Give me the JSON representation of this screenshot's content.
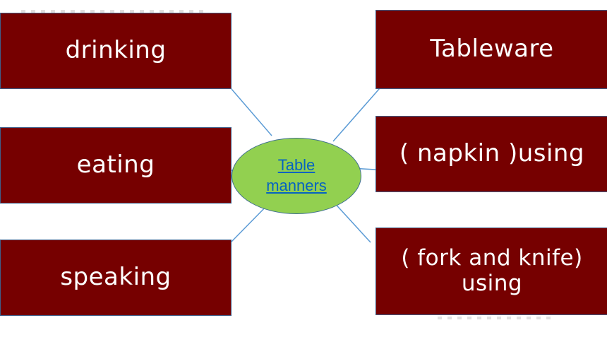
{
  "diagram": {
    "hub": {
      "line1": "Table",
      "line2": "manners"
    },
    "left_items": [
      {
        "label": "drinking"
      },
      {
        "label": "eating"
      },
      {
        "label": "speaking"
      }
    ],
    "right_items": [
      {
        "label": "Tableware"
      },
      {
        "label": "( napkin )using"
      },
      {
        "label": "( fork and knife)\nusing"
      }
    ]
  },
  "colors": {
    "box_fill": "#760000",
    "box_border": "#3e5f8a",
    "hub_fill": "#92d050",
    "connector": "#5b9bd5",
    "link": "#0563c1",
    "text": "#ffffff"
  }
}
